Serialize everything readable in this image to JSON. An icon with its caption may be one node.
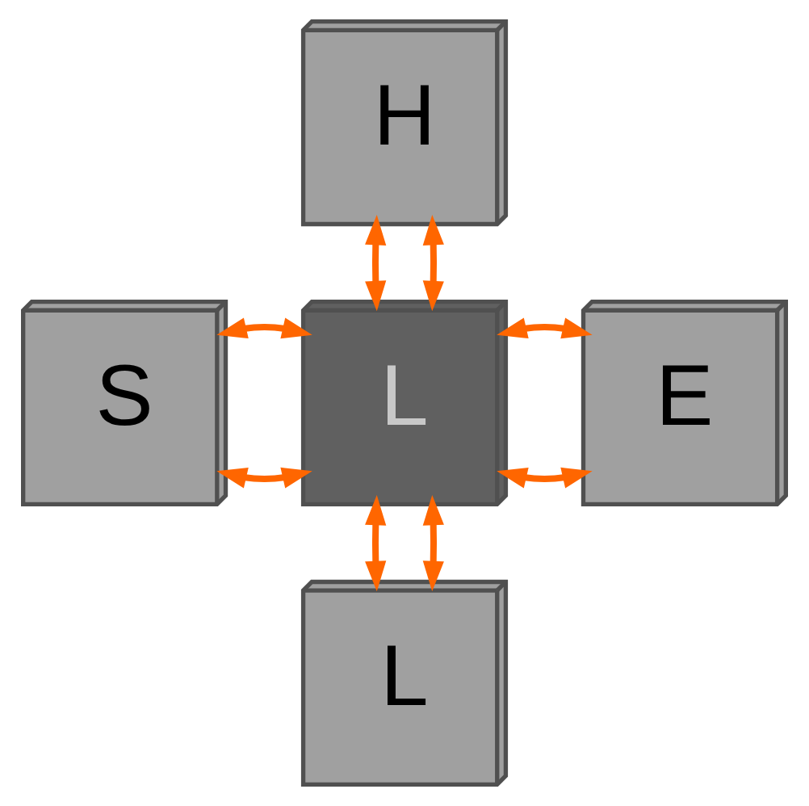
{
  "diagram": {
    "nodes": [
      {
        "text": [
          "H"
        ]
      },
      {
        "text": [
          "S"
        ]
      },
      {
        "text": [
          "L"
        ]
      },
      {
        "text": [
          "E"
        ]
      },
      {
        "text": [
          "L"
        ]
      }
    ],
    "edges": [
      {
        "from": 0,
        "to": 2,
        "arrow": "both"
      },
      {
        "from": 0,
        "to": 2,
        "arrow": "both"
      },
      {
        "from": 1,
        "to": 2,
        "arrow": "both"
      },
      {
        "from": 1,
        "to": 2,
        "arrow": "both"
      },
      {
        "from": 2,
        "to": 3,
        "arrow": "both"
      },
      {
        "from": 2,
        "to": 3,
        "arrow": "both"
      },
      {
        "from": 2,
        "to": 4,
        "arrow": "both"
      },
      {
        "from": 2,
        "to": 4,
        "arrow": "both"
      }
    ]
  }
}
